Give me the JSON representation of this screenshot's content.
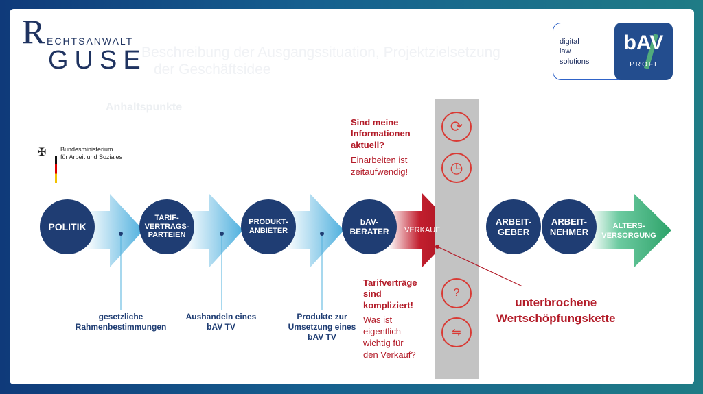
{
  "logo": {
    "letter": "R",
    "top": "ECHTSANWALT",
    "main": "GUSE"
  },
  "ghost": {
    "line1": "Beschreibung der Ausgangssituation, Projektzielsetzung",
    "line2": "der Geschäftsidee",
    "anhalt": "Anhaltspunkte"
  },
  "badges": {
    "dl": "digital\nlaw\nsolutions",
    "bav": "bAV",
    "profi": "PROFI"
  },
  "ministry": "Bundesministerium\nfür Arbeit und Soziales",
  "nodes": [
    "POLITIK",
    "TARIF-\nVERTRAGS-\nPARTEIEN",
    "PRODUKT-\nANBIETER",
    "bAV-\nBERATER",
    "ARBEIT-\nGEBER",
    "ARBEIT-\nNEHMER"
  ],
  "arrows": {
    "verkauf": "VERKAUF",
    "versorgung": "ALTERS-\nVERSORGUNG"
  },
  "descriptions": [
    "gesetzliche\nRahmenbestimmungen",
    "Aushandeln eines\nbAV TV",
    "Produkte zur\nUmsetzung eines\nbAV TV"
  ],
  "issues": {
    "top_q": "Sind meine\nInformationen\naktuell?",
    "top_a": "Einarbeiten ist\nzeitaufwendig!",
    "bottom_q": "Tarifverträge\nsind\nkompliziert!",
    "bottom_a": "Was ist\neigentlich\nwichtig für\nden Verkauf?"
  },
  "chain": "unterbrochene\nWertschöpfungskette",
  "icons": [
    "refresh-icon",
    "clock-icon",
    "question-people-icon",
    "handshake-icon"
  ],
  "colors": {
    "navy": "#1f3d73",
    "light_blue": "#5fb8df",
    "red": "#c21f2e",
    "green": "#2ea36a",
    "gray": "#c3c3c3"
  }
}
